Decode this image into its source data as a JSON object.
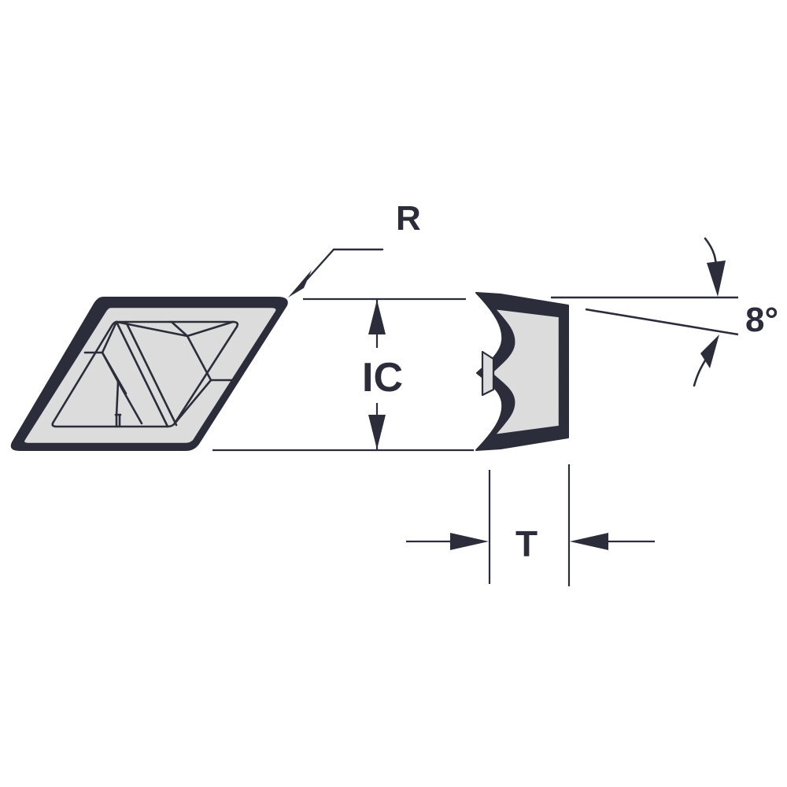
{
  "diagram": {
    "title": "Diamond Cutting Insert Dimensional Drawing",
    "type": "technical-drawing",
    "views": {
      "top": {
        "name": "top-view",
        "shape": "rhombic-diamond-insert",
        "description": "Parallelogram (rhombic) indexable cutting insert seen from above with chip-breaker facets"
      },
      "side": {
        "name": "side-view",
        "shape": "wavy-profile-insert",
        "description": "Side profile of the insert showing wavy chip-breaker edge and tapered flank"
      }
    },
    "callouts": [
      {
        "id": "R",
        "label": "R",
        "meaning": "corner-radius",
        "leader": "arrow pointing down-left to insert corner"
      },
      {
        "id": "IC",
        "label": "IC",
        "meaning": "inscribed-circle-diameter",
        "leader": "vertical double-headed dimension arrow"
      },
      {
        "id": "T",
        "label": "T",
        "meaning": "thickness",
        "leader": "horizontal inward-pointing dimension arrows"
      },
      {
        "id": "ANGLE",
        "label": "8°",
        "meaning": "clearance-angle",
        "leader": "two curved arrows between horizontal datum and angled flank line"
      }
    ],
    "colors": {
      "outline": "#2b2d3a",
      "fill": "#dcdcdc",
      "fill_light": "#e6e6e6",
      "background": "#ffffff",
      "thin_line": "#2b2d3a"
    }
  }
}
